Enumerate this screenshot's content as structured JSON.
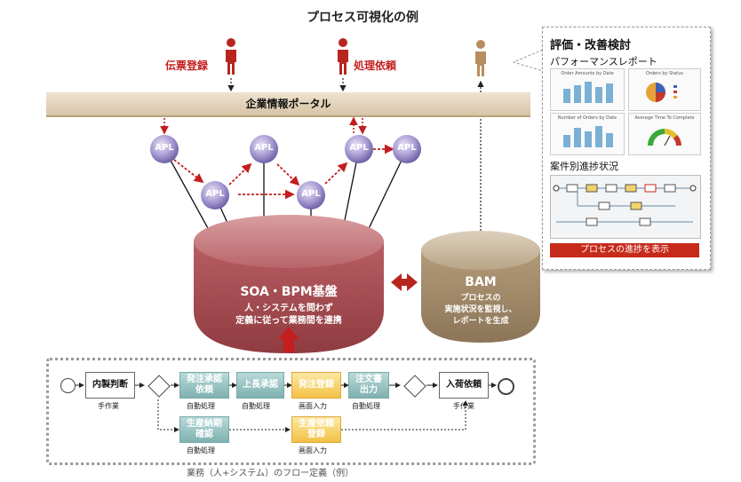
{
  "title": "プロセス可視化の例",
  "actors": [
    {
      "label": "伝票登録",
      "color": "#b7261e"
    },
    {
      "label": "処理依頼",
      "color": "#b7261e"
    },
    {
      "label": "",
      "color": "#b88d5e"
    }
  ],
  "portal": {
    "label": "企業情報ポータル"
  },
  "apl_label": "APL",
  "soa": {
    "title": "SOA・BPM基盤",
    "line1": "人・システムを問わず",
    "line2": "定義に従って業務間を連携"
  },
  "bam": {
    "title": "BAM",
    "line1": "プロセスの",
    "line2": "実施状況を監視し、",
    "line3": "レポートを生成"
  },
  "panel": {
    "heading": "評価・改善検討",
    "report_label": "パフォーマンスレポート",
    "thumbs": [
      "Order Amounts by Date",
      "Orders by Status",
      "Number of Orders by Date",
      "Average Time To Complete"
    ],
    "status_label": "案件別進捗状況",
    "button_label": "プロセスの進捗を表示"
  },
  "flow": {
    "nodes": [
      {
        "label": "内製判断",
        "sub": "手作業"
      },
      {
        "label": "発注承認\n依頼",
        "sub": "自動処理"
      },
      {
        "label": "上長承認",
        "sub": "自動処理"
      },
      {
        "label": "発注登録",
        "sub": "画面入力"
      },
      {
        "label": "注文書\n出力",
        "sub": "自動処理"
      },
      {
        "label": "入荷依頼",
        "sub": "手作業"
      },
      {
        "label": "生産納期\n確認",
        "sub": "自動処理"
      },
      {
        "label": "生産依頼\n登録",
        "sub": "画面入力"
      }
    ],
    "caption": "業務（人+システム）のフロー定義（例）"
  },
  "colors": {
    "red": "#c41e1e",
    "soa": "#b5585c",
    "bam": "#b8a488",
    "teal": "#86b6b5",
    "yellow": "#f2c144"
  }
}
